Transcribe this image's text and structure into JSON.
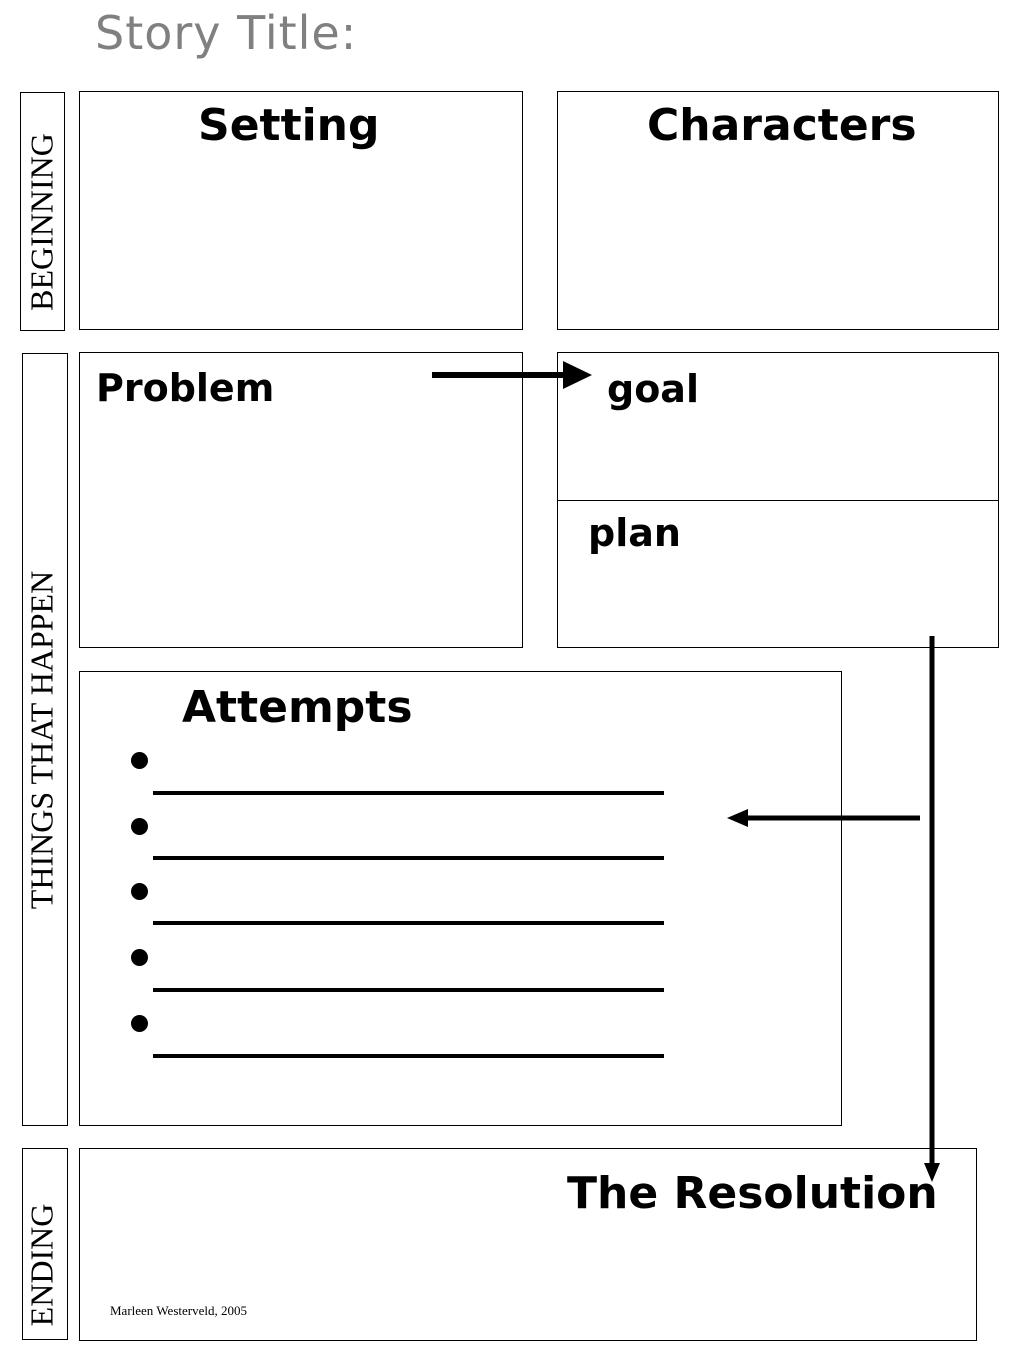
{
  "header": {
    "story_title_label": "Story Title:"
  },
  "sections": {
    "beginning": "BEGINNING",
    "middle": "THINGS THAT HAPPEN",
    "ending": "ENDING"
  },
  "boxes": {
    "setting": "Setting",
    "characters": "Characters",
    "problem": "Problem",
    "goal": "goal",
    "plan": "plan",
    "attempts": "Attempts",
    "resolution": "The Resolution"
  },
  "attempts_blank_count_note": "",
  "footer": {
    "credit": "Marleen Westerveld, 2005"
  }
}
